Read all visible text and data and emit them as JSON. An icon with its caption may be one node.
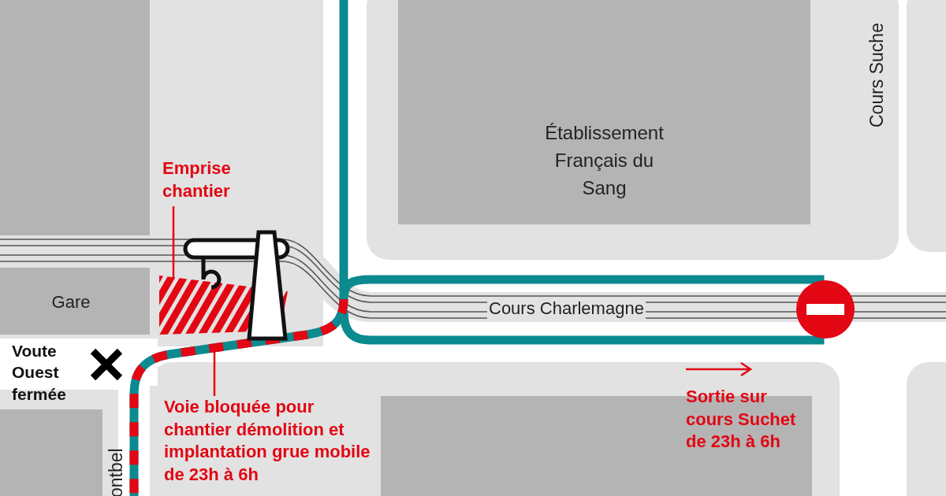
{
  "diagram": {
    "nodes": [
      {
        "text": [
          "Établissement Français du Sang"
        ]
      },
      {
        "text": [
          "Gare"
        ]
      },
      {
        "text": [
          "Emprise chantier"
        ]
      },
      {
        "text": [],
        "shape": "box"
      },
      {
        "text": [
          "Voie bloquée pour chantier démolition et implantation grue mobile de 23h à 6h"
        ]
      },
      {
        "text": [],
        "shape": "bar"
      }
    ],
    "edges": [
      {
        "from": 2,
        "to": 3,
        "arrow": "none"
      },
      {
        "from": 4,
        "to": 5,
        "arrow": "none"
      }
    ],
    "labels": [
      "Cours Suche",
      "Cours Charlemagne",
      "Voute Ouest fermée",
      "ontbel",
      "Sortie sur cours Suchet de 23h à 6h"
    ]
  }
}
